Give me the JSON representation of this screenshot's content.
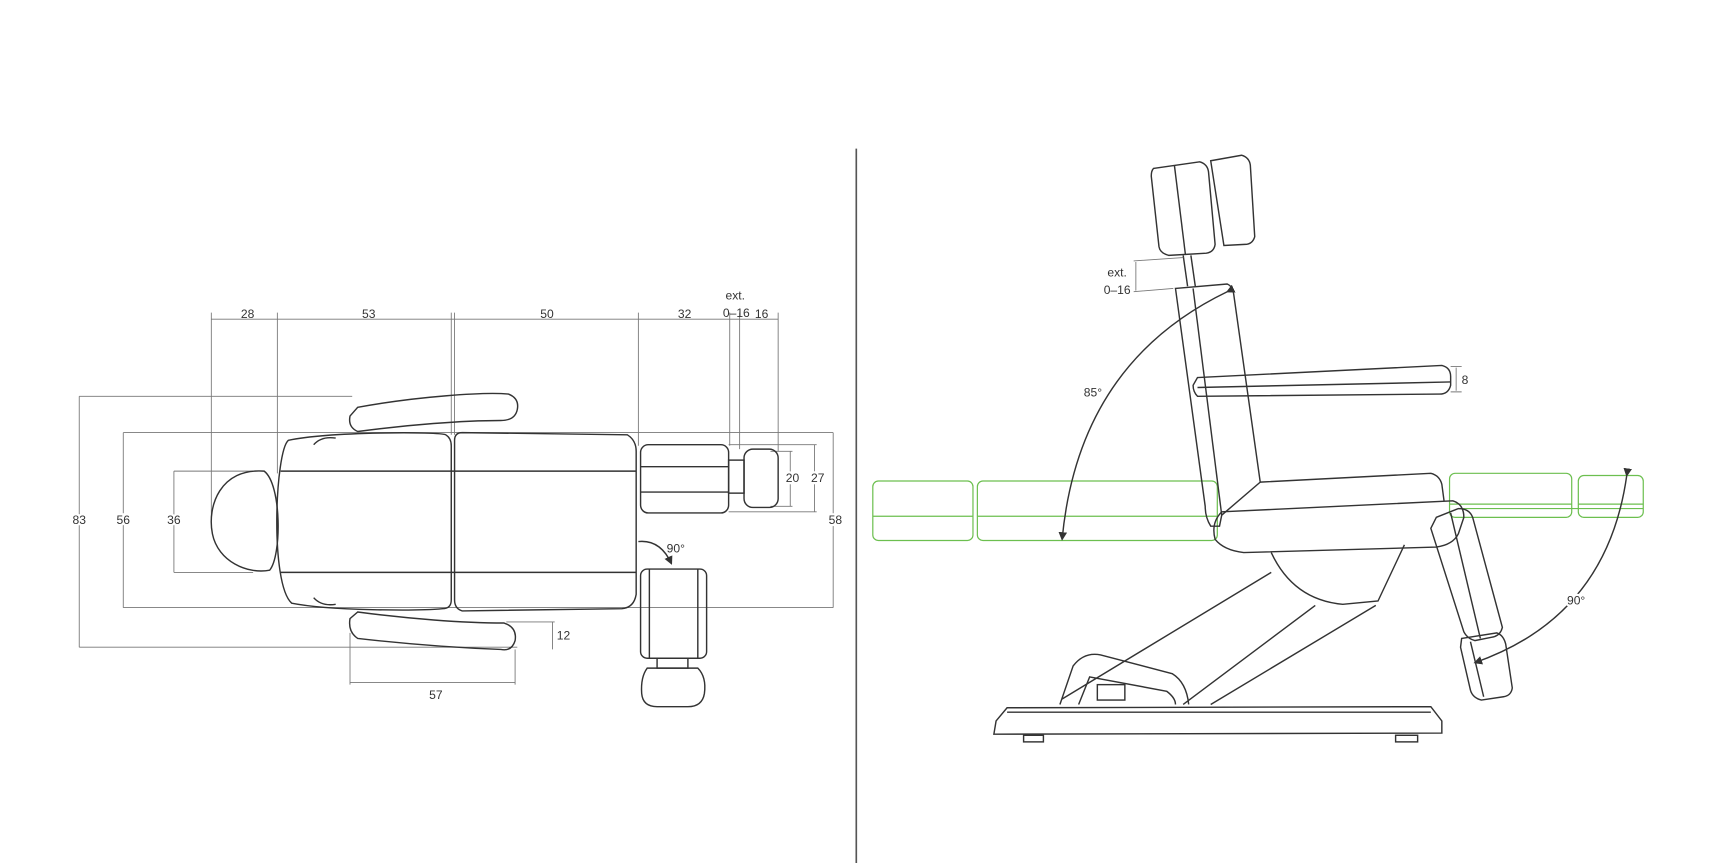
{
  "top_view": {
    "dimensions": {
      "headrest_length": "28",
      "backrest_length": "53",
      "seat_length": "50",
      "legrest_length": "32",
      "ext_label": "ext.",
      "extension": "0–16",
      "footrest_length": "16",
      "overall_width_armrests": "83",
      "backrest_width": "56",
      "headrest_width": "36",
      "total_width": "58",
      "legrest_width": "27",
      "footrest_width": "20",
      "armrest_width": "12",
      "armrest_length": "57",
      "legrest_rotation": "90°"
    }
  },
  "side_view": {
    "dimensions": {
      "ext_label": "ext.",
      "headrest_extension": "0–16",
      "armrest_height": "8",
      "backrest_angle": "85°",
      "legrest_angle": "90°"
    },
    "colors": {
      "outline": "#333333",
      "flat_position": "#6cbf4f"
    }
  }
}
